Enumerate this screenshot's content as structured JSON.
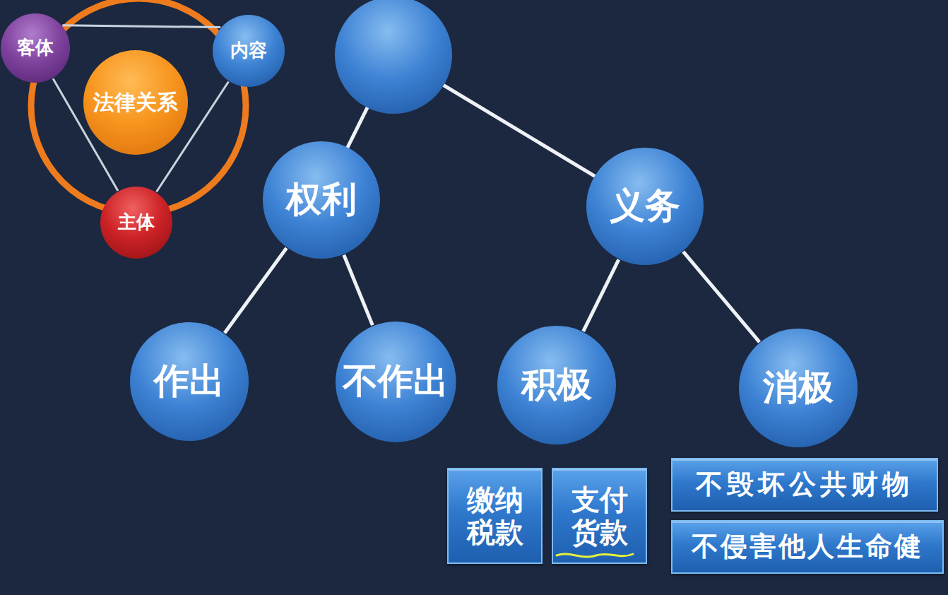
{
  "diagram": {
    "nodes": [
      {
        "text": [
          "客体"
        ]
      },
      {
        "text": [
          "内容"
        ]
      },
      {
        "text": [
          "法律关系"
        ]
      },
      {
        "text": [
          "主体"
        ]
      },
      {
        "text": [
          "权利"
        ]
      },
      {
        "text": [
          "义务"
        ]
      },
      {
        "text": [
          "作出"
        ]
      },
      {
        "text": [
          "不作出"
        ]
      },
      {
        "text": [
          "积极"
        ]
      },
      {
        "text": [
          "消极"
        ]
      },
      {
        "text": [
          "缴纳税款"
        ]
      },
      {
        "text": [
          "支付货款"
        ]
      },
      {
        "text": [
          "不毁坏公共财物"
        ]
      },
      {
        "text": [
          "不侵害他人生命健"
        ]
      }
    ],
    "edges": [
      {
        "from": 0,
        "to": 1,
        "arrow": "none"
      },
      {
        "from": 0,
        "to": 3,
        "arrow": "none"
      },
      {
        "from": 1,
        "to": 3,
        "arrow": "none"
      },
      {
        "from": 4,
        "to": 6,
        "arrow": "none"
      },
      {
        "from": 4,
        "to": 7,
        "arrow": "none"
      },
      {
        "from": 5,
        "to": 8,
        "arrow": "none"
      },
      {
        "from": 5,
        "to": 9,
        "arrow": "none"
      }
    ]
  }
}
